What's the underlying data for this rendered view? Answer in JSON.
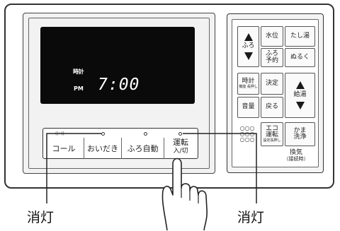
{
  "display": {
    "clock_label": "時計",
    "pm_label": "PM",
    "time": "7:00"
  },
  "bottom_buttons": {
    "call_symbol": "((•))",
    "call": "コール",
    "reheat": "おいだき",
    "auto_bath": "ふろ自動",
    "run_line1": "運転",
    "run_line2": "入/切"
  },
  "right_panel": {
    "bath_label": "ふろ",
    "water_level": "水位",
    "add_hot": "たし湯",
    "bath_reserve_1": "ふろ",
    "bath_reserve_2": "予約",
    "lukewarm": "ぬるく",
    "clock_1": "時計",
    "clock_2": "機能 長押し",
    "confirm": "決定",
    "hot_supply": "給湯",
    "volume": "音量",
    "back": "戻る",
    "speaker_holes": "○○○",
    "eco_1": "エコ",
    "eco_2": "運転",
    "eco_3": "設定長押し",
    "clean_1": "かま",
    "clean_2": "洗浄",
    "vent_1": "換気",
    "vent_2": "（接続時）"
  },
  "callouts": {
    "left": "消灯",
    "right": "消灯"
  },
  "colors": {
    "lcd_background": "#0a0a0a",
    "lcd_text": "#ffffff",
    "line": "#333333"
  }
}
